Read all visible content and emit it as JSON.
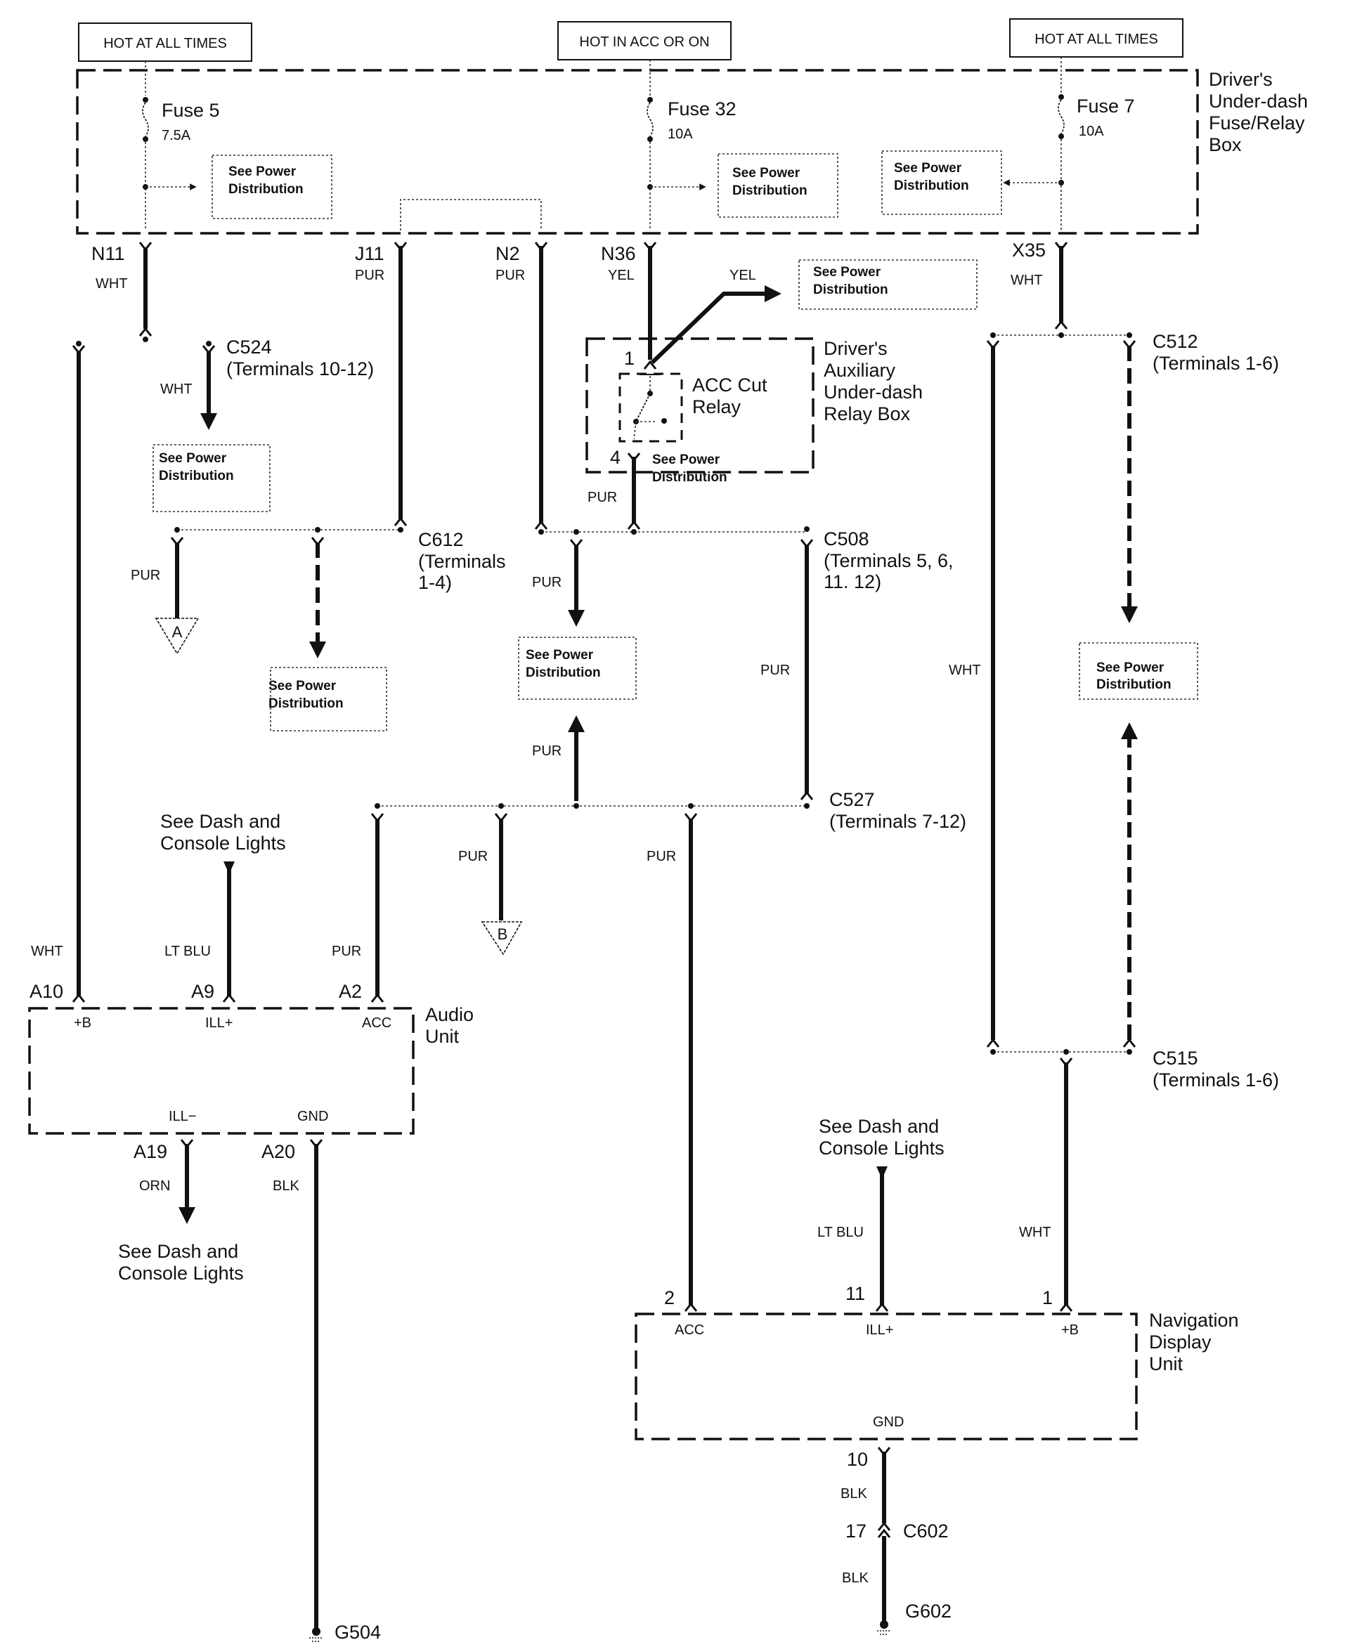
{
  "power_sources": [
    {
      "label": "HOT AT ALL TIMES"
    },
    {
      "label": "HOT IN ACC OR ON"
    },
    {
      "label": "HOT AT ALL TIMES"
    }
  ],
  "fuse_box": {
    "label_lines": [
      "Driver's",
      "Under-dash",
      "Fuse/Relay",
      "Box"
    ],
    "fuses": [
      {
        "name": "Fuse 5",
        "rating": "7.5A"
      },
      {
        "name": "Fuse 32",
        "rating": "10A"
      },
      {
        "name": "Fuse 7",
        "rating": "10A"
      }
    ]
  },
  "power_dist": {
    "line1": "See Power",
    "line2": "Distribution"
  },
  "dash_lights": {
    "line1": "See Dash and",
    "line2": "Console Lights"
  },
  "terminals": {
    "N11": "N11",
    "J11": "J11",
    "N2": "N2",
    "N36": "N36",
    "X35": "X35"
  },
  "wire_colors": {
    "wht": "WHT",
    "pur": "PUR",
    "yel": "YEL",
    "lt_blu": "LT BLU",
    "orn": "ORN",
    "blk": "BLK"
  },
  "connectors": {
    "c524": {
      "name": "C524",
      "terminals": "(Terminals 10-12)"
    },
    "c612": {
      "name": "C612",
      "terminals_l1": "(Terminals",
      "terminals_l2": "1-4)"
    },
    "c508": {
      "name": "C508",
      "terminals_l1": "(Terminals 5, 6,",
      "terminals_l2": "11. 12)"
    },
    "c527": {
      "name": "C527",
      "terminals": "(Terminals 7-12)"
    },
    "c512": {
      "name": "C512",
      "terminals": "(Terminals 1-6)"
    },
    "c515": {
      "name": "C515",
      "terminals": "(Terminals 1-6)"
    },
    "c602": {
      "name": "C602",
      "pin": "17"
    }
  },
  "relay_box": {
    "label_lines": [
      "Driver's",
      "Auxiliary",
      "Under-dash",
      "Relay Box"
    ],
    "relay_lines": [
      "ACC Cut",
      "Relay"
    ],
    "pin_in": "1",
    "pin_out": "4"
  },
  "off_page": {
    "a": "A",
    "b": "B"
  },
  "audio_unit": {
    "label_lines": [
      "Audio",
      "Unit"
    ],
    "pins_top": [
      {
        "pin": "A10",
        "func": "+B"
      },
      {
        "pin": "A9",
        "func": "ILL+"
      },
      {
        "pin": "A2",
        "func": "ACC"
      }
    ],
    "pins_bottom": [
      {
        "pin": "A19",
        "func": "ILL−"
      },
      {
        "pin": "A20",
        "func": "GND"
      }
    ]
  },
  "nav_unit": {
    "label_lines": [
      "Navigation",
      "Display",
      "Unit"
    ],
    "pins_top": [
      {
        "pin": "2",
        "func": "ACC"
      },
      {
        "pin": "11",
        "func": "ILL+"
      },
      {
        "pin": "1",
        "func": "+B"
      }
    ],
    "pins_bottom": [
      {
        "pin": "10",
        "func": "GND"
      }
    ]
  },
  "grounds": {
    "g504": "G504",
    "g602": "G602"
  }
}
